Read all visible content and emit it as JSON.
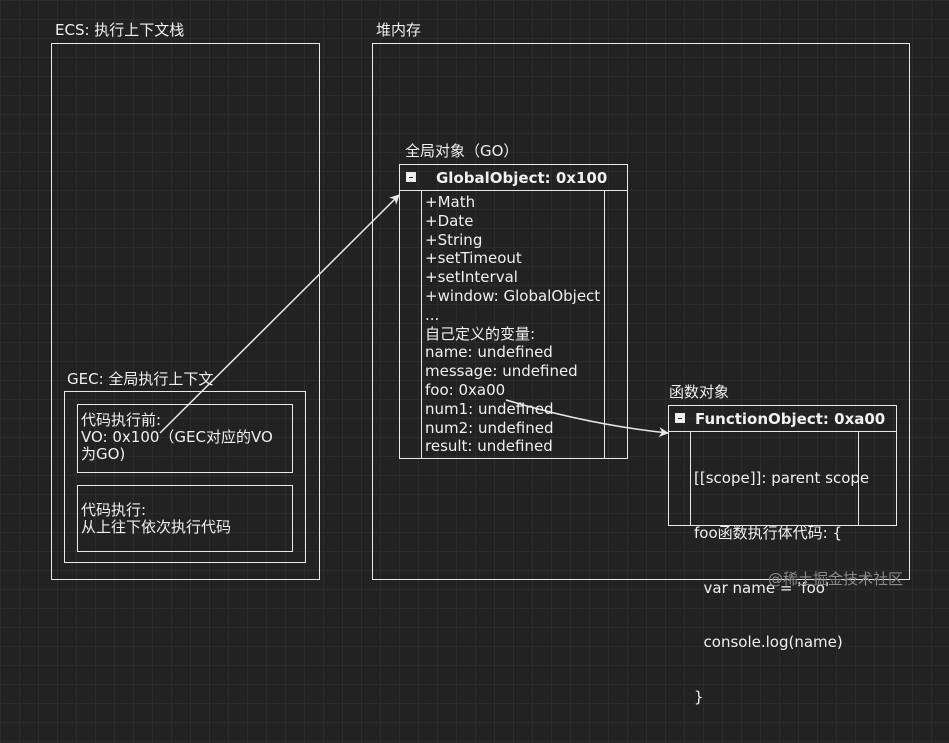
{
  "ecs": {
    "label": "ECS: 执行上下文栈"
  },
  "heap": {
    "label": "堆内存"
  },
  "gec": {
    "label": "GEC: 全局执行上下文",
    "before": {
      "lines": [
        "代码执行前:",
        "VO: 0x100（GEC对应的VO",
        "为GO)"
      ]
    },
    "during": {
      "lines": [
        "代码执行:",
        "从上往下依次执行代码"
      ]
    }
  },
  "global_object": {
    "caption": "全局对象（GO）",
    "title": "GlobalObject: 0x100",
    "rows": [
      "+Math",
      "+Date",
      "+String",
      "+setTimeout",
      "+setInterval",
      "+window: GlobalObject",
      "...",
      "自己定义的变量:",
      "name: undefined",
      "message: undefined",
      "foo: 0xa00",
      "num1: undefined",
      "num2: undefined",
      "result: undefined"
    ]
  },
  "function_object": {
    "caption": "函数对象",
    "title": "FunctionObject: 0xa00",
    "rows": [
      "[[scope]]: parent scope",
      "foo函数执行体代码: {",
      "  var name = 'foo'",
      "  console.log(name)",
      "}"
    ]
  },
  "watermark": "@稀土掘金技术社区",
  "colors": {
    "background": "#222222",
    "grid": "#2c2c2c",
    "stroke": "#e8e8e8",
    "text": "#f0f0f0",
    "watermark": "#8a8a8a"
  }
}
